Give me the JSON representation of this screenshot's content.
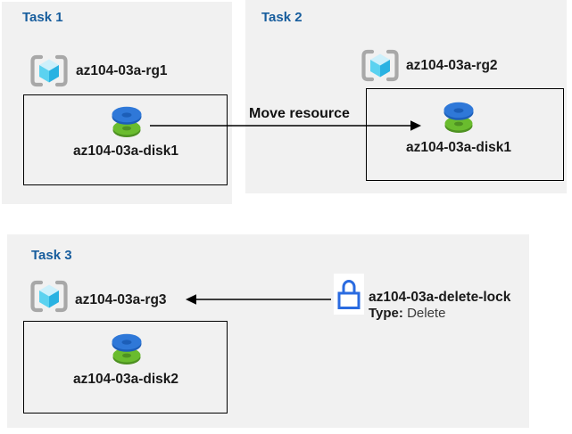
{
  "tasks": {
    "task1": {
      "title": "Task 1",
      "resource_group": "az104-03a-rg1",
      "resource": "az104-03a-disk1"
    },
    "task2": {
      "title": "Task 2",
      "resource_group": "az104-03a-rg2",
      "resource": "az104-03a-disk1"
    },
    "task3": {
      "title": "Task 3",
      "resource_group": "az104-03a-rg3",
      "resource": "az104-03a-disk2"
    }
  },
  "arrows": {
    "move_label": "Move resource"
  },
  "lock": {
    "name": "az104-03a-delete-lock",
    "type_label": "Type:",
    "type_value": "Delete"
  },
  "icons": {
    "resource_group": "azure-resource-group",
    "disk": "azure-managed-disk",
    "lock": "delete-lock"
  },
  "colors": {
    "panel_bg": "#f1f1f1",
    "task_title_blue": "#175d9d",
    "label_text": "#1a1a1a",
    "box_border": "#000000",
    "arrow_black": "#000000",
    "lock_blue": "#2a6be0",
    "disk_blue_top": "#2f78d8",
    "disk_blue_rim": "#1c5eb8",
    "disk_green_top": "#6abc2e",
    "disk_green_rim": "#4e9122",
    "cube_top": "#cdf0fb",
    "cube_left": "#5bd2f0",
    "cube_right": "#29b2e2",
    "bracket_gray": "#a8a8a8"
  }
}
